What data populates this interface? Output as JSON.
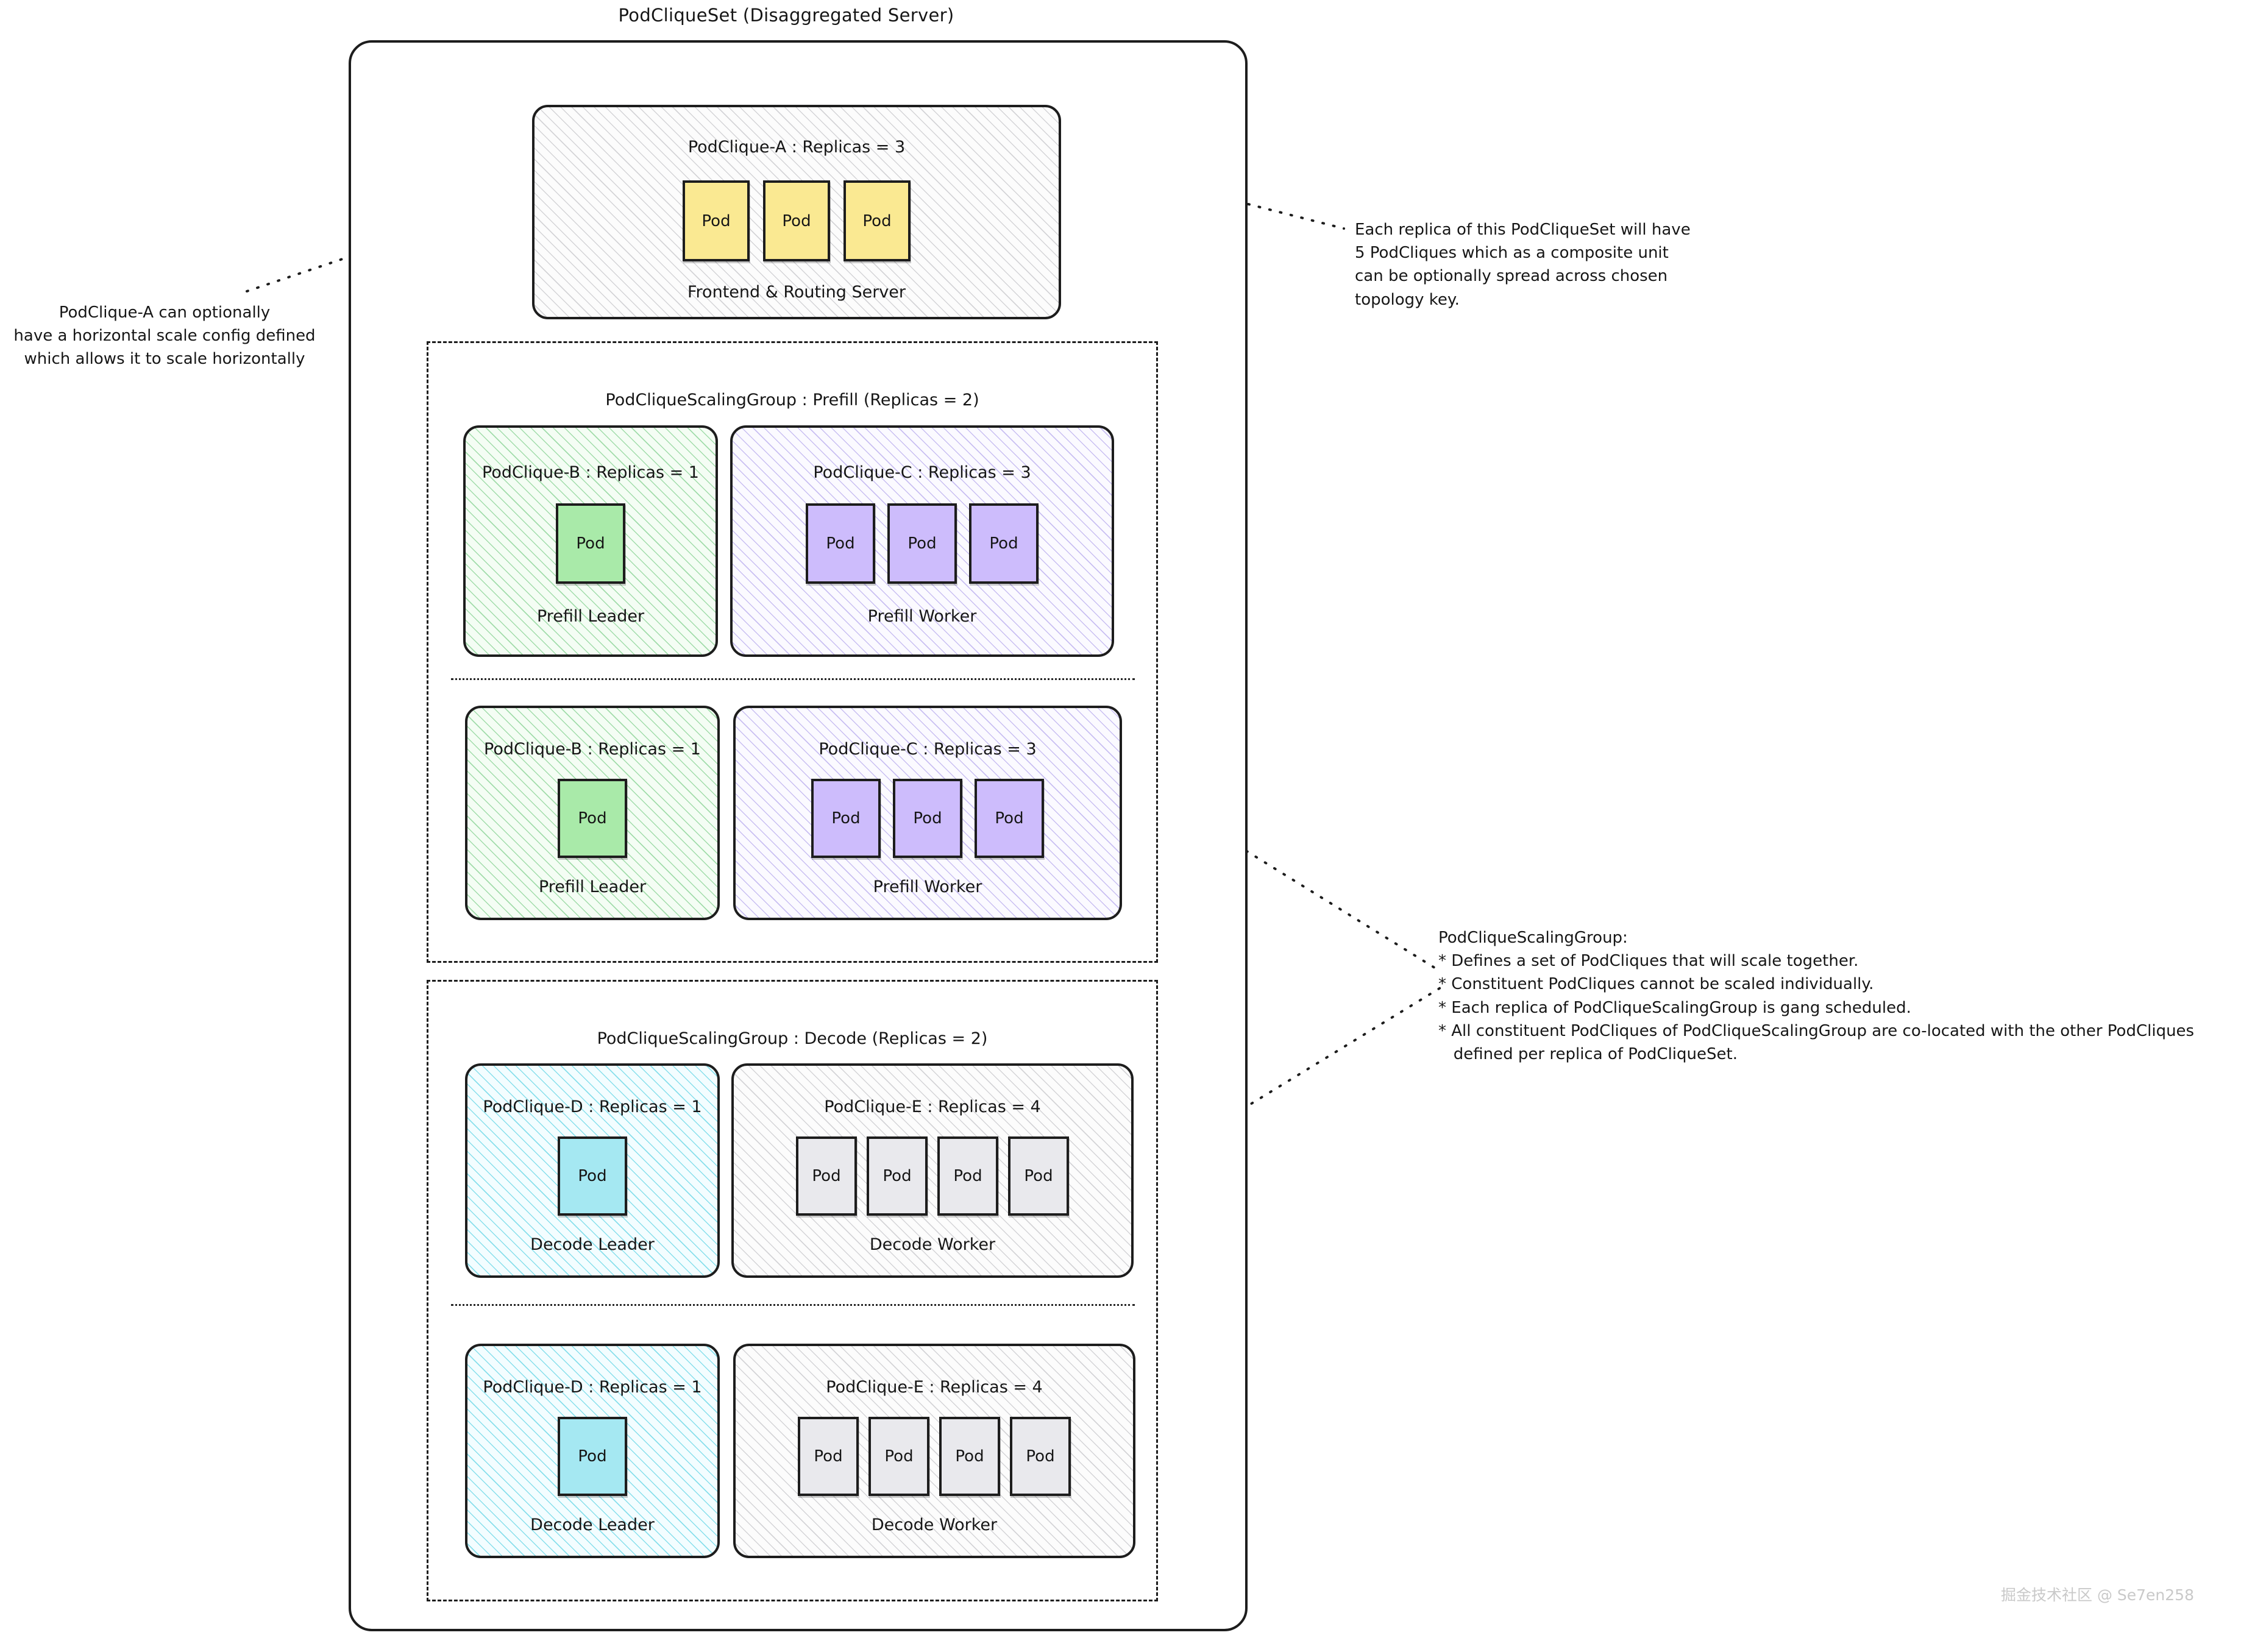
{
  "diagram": {
    "title": "PodCliqueSet (Disaggregated Server)"
  },
  "colors": {
    "pod_frontend": "#fae992",
    "pod_prefill_leader": "#a9eaa9",
    "pod_prefill_worker": "#cdbcfc",
    "pod_decode_leader": "#a5e8f2",
    "pod_decode_worker": "#e9e9ed",
    "stroke": "#1d1d1d",
    "background": "#ffffff"
  },
  "pod_label": "Pod",
  "cliques": {
    "frontend": {
      "title": "PodClique-A : Replicas = 3",
      "footer": "Frontend & Routing Server",
      "pod_count": 3,
      "pods": [
        "Pod",
        "Pod",
        "Pod"
      ]
    },
    "prefill_leader": {
      "title": "PodClique-B : Replicas = 1",
      "footer": "Prefill Leader",
      "pod_count": 1,
      "pods": [
        "Pod"
      ]
    },
    "prefill_worker": {
      "title": "PodClique-C : Replicas = 3",
      "footer": "Prefill Worker",
      "pod_count": 3,
      "pods": [
        "Pod",
        "Pod",
        "Pod"
      ]
    },
    "decode_leader": {
      "title": "PodClique-D : Replicas = 1",
      "footer": "Decode Leader",
      "pod_count": 1,
      "pods": [
        "Pod"
      ]
    },
    "decode_worker": {
      "title": "PodClique-E : Replicas = 4",
      "footer": "Decode Worker",
      "pod_count": 4,
      "pods": [
        "Pod",
        "Pod",
        "Pod",
        "Pod"
      ]
    }
  },
  "scaling_groups": {
    "prefill": {
      "title": "PodCliqueScalingGroup : Prefill (Replicas = 2)",
      "replica_count": 2
    },
    "decode": {
      "title": "PodCliqueScalingGroup : Decode (Replicas = 2)",
      "replica_count": 2
    }
  },
  "annotations": {
    "left": "PodClique-A can optionally\nhave a horizontal scale config defined\nwhich allows it to scale horizontally",
    "top_right": "Each replica of this PodCliqueSet will have\n5 PodCliques which as a composite unit\ncan be optionally spread across chosen\ntopology key.",
    "scaling_group": "PodCliqueScalingGroup:\n* Defines a set of PodCliques that will scale together.\n* Constituent PodCliques cannot be scaled individually.\n* Each replica of PodCliqueScalingGroup is gang scheduled.\n* All constituent PodCliques of PodCliqueScalingGroup are co-located with the other PodCliques\n   defined per replica of PodCliqueSet."
  },
  "watermark": "掘金技术社区 @ Se7en258"
}
